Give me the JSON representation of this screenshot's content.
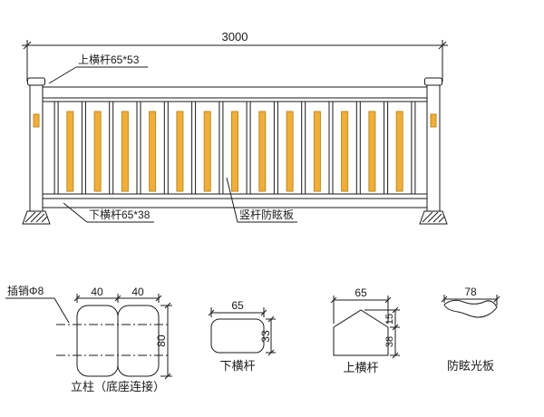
{
  "drawing": {
    "elevation": {
      "overall_width_dim": "3000",
      "top_rail_label": "上横杆65*53",
      "bottom_rail_label": "下横杆65*38",
      "vertical_bar_label": "竖杆防眩板",
      "plain_bar_count": 14,
      "glare_bar_count": 13
    },
    "post_detail": {
      "pin_label": "插销Φ8",
      "width_dim_left": "40",
      "width_dim_right": "40",
      "height_dim": "80",
      "caption": "立柱（底座连接）"
    },
    "bottom_rail_detail": {
      "width_dim": "65",
      "height_dim": "33",
      "caption": "下横杆"
    },
    "top_rail_detail": {
      "width_dim": "65",
      "peak_height_dim": "15",
      "body_height_dim": "38",
      "caption": "上横杆"
    },
    "glare_board_detail": {
      "width_dim": "78",
      "caption": "防眩光板"
    },
    "colors": {
      "line": "#1a1a1a",
      "glare_fill": "#f0ae3a",
      "glare_stroke": "#c08a1e",
      "background": "#ffffff"
    }
  }
}
